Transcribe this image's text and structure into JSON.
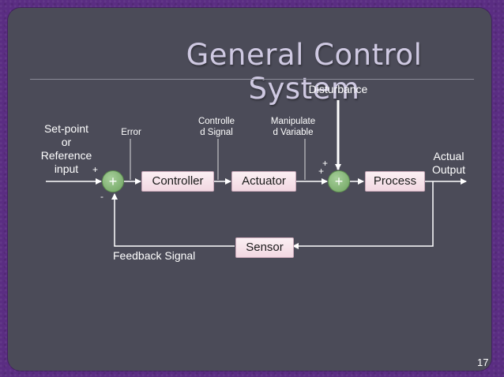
{
  "title": "General Control System",
  "labels": {
    "setpoint": "Set-point\nor\nReference\ninput",
    "error": "Error",
    "controlled_signal": "Controlle\nd Signal",
    "manipulated_variable": "Manipulate\nd Variable",
    "disturbance": "Disturbance",
    "actual_output": "Actual\nOutput",
    "feedback_signal": "Feedback Signal"
  },
  "blocks": {
    "controller": "Controller",
    "actuator": "Actuator",
    "process": "Process",
    "sensor": "Sensor"
  },
  "summing_junctions": {
    "first": "+",
    "second": "+"
  },
  "signs": {
    "first_plus": "+",
    "first_minus": "-",
    "second_plus_top": "+",
    "second_plus_left": "+"
  },
  "page_number": "17"
}
